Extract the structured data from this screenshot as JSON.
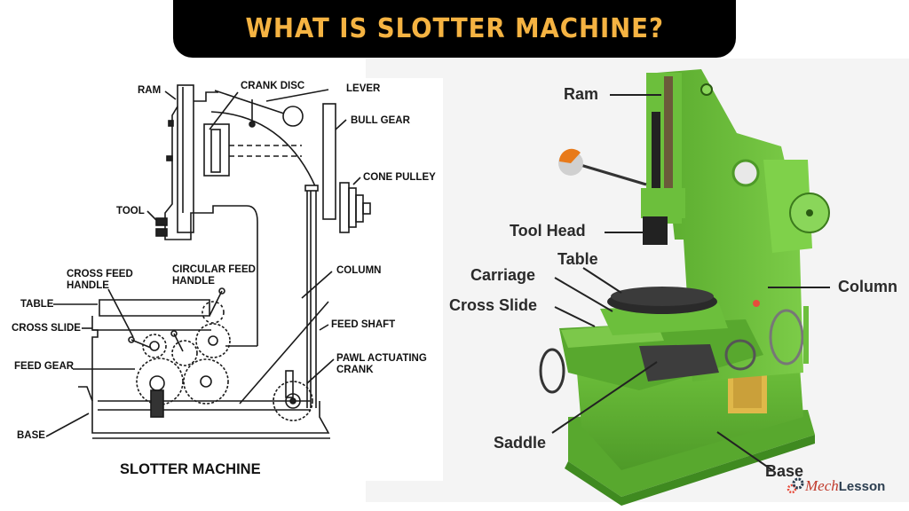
{
  "header": {
    "title": "WHAT IS SLOTTER MACHINE?",
    "title_color": "#f5b342",
    "banner_color": "#000000"
  },
  "diagram": {
    "caption": "SLOTTER MACHINE",
    "labels": {
      "ram": "RAM",
      "crank_disc": "CRANK DISC",
      "lever": "LEVER",
      "bull_gear": "BULL GEAR",
      "cone_pulley": "CONE PULLEY",
      "tool": "TOOL",
      "cross_feed_handle_1": "CROSS FEED",
      "cross_feed_handle_2": "HANDLE",
      "circular_feed_handle_1": "CIRCULAR FEED",
      "circular_feed_handle_2": "HANDLE",
      "column": "COLUMN",
      "table": "TABLE",
      "cross_slide": "CROSS SLIDE",
      "feed_shaft": "FEED SHAFT",
      "feed_gear": "FEED GEAR",
      "pawl_actuating_crank_1": "PAWL ACTUATING",
      "pawl_actuating_crank_2": "CRANK",
      "base": "BASE"
    }
  },
  "photo": {
    "machine_color": "#6cbf3c",
    "labels": {
      "ram": "Ram",
      "tool_head": "Tool Head",
      "table": "Table",
      "carriage": "Carriage",
      "cross_slide": "Cross Slide",
      "column": "Column",
      "saddle": "Saddle",
      "base": "Base"
    }
  },
  "logo": {
    "mech": "Mech",
    "lesson": "Lesson"
  }
}
